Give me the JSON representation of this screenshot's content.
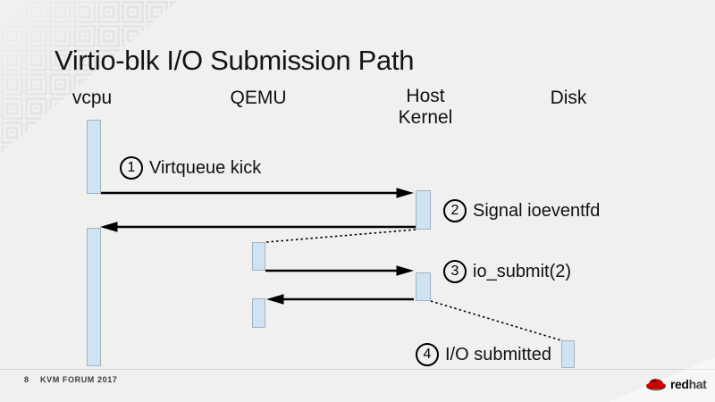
{
  "slide": {
    "title": "Virtio-blk I/O Submission Path",
    "lanes": [
      {
        "label": "vcpu"
      },
      {
        "label": "QEMU"
      },
      {
        "label": "Host Kernel"
      },
      {
        "label": "Disk"
      }
    ],
    "steps": [
      {
        "num": "1",
        "label": "Virtqueue kick"
      },
      {
        "num": "2",
        "label": "Signal ioeventfd"
      },
      {
        "num": "3",
        "label": "io_submit(2)"
      },
      {
        "num": "4",
        "label": "I/O submitted"
      }
    ],
    "flows": [
      {
        "step": "1",
        "from": "vcpu",
        "to": "Host Kernel",
        "style": "solid"
      },
      {
        "step": "2",
        "from": "Host Kernel",
        "to": "vcpu",
        "style": "solid"
      },
      {
        "from": "Host Kernel",
        "to": "QEMU",
        "style": "dotted"
      },
      {
        "step": "3",
        "from": "QEMU",
        "to": "Host Kernel",
        "style": "solid"
      },
      {
        "from": "Host Kernel",
        "to": "QEMU",
        "style": "solid"
      },
      {
        "step": "4",
        "from": "Host Kernel",
        "to": "Disk",
        "style": "dotted"
      }
    ],
    "footer": {
      "page_number": "8",
      "event": "KVM FORUM 2017"
    },
    "logo": {
      "red": "red",
      "hat": "hat"
    },
    "colors": {
      "background": "#f0f0ee",
      "bar_fill": "#cfe3f2",
      "bar_border": "#9db3c4",
      "arrow": "#000000",
      "redhat_red": "#cc0000",
      "footer_text": "#3d3d3d"
    }
  }
}
